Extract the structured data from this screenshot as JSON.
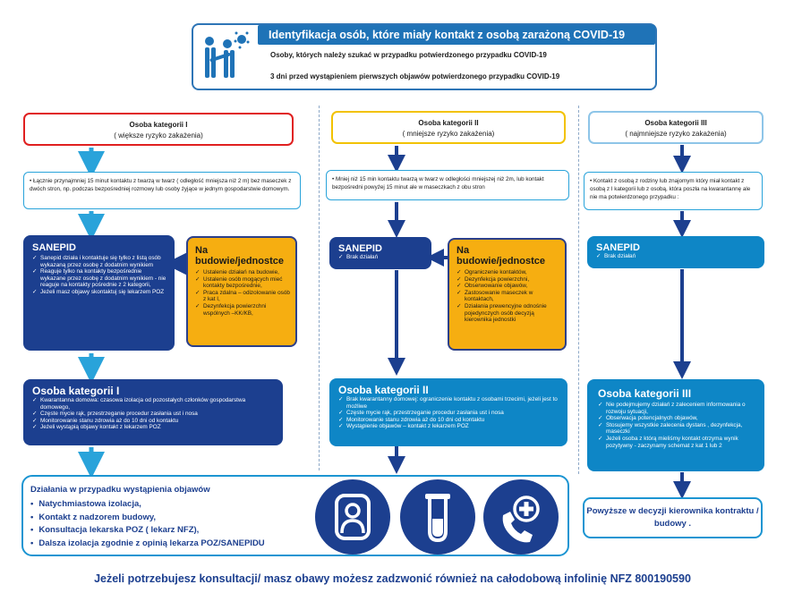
{
  "header": {
    "title": "Identyfikacja osób, które miały kontakt z osobą zarażoną COVID-19",
    "subtitle_1": "Osoby, których należy szukać w przypadku potwierdzonego przypadku COVID-19",
    "subtitle_2": "3 dni przed wystąpieniem pierwszych objawów potwierdzonego przypadku COVID-19",
    "logo_icon": "people-contact-icon"
  },
  "colors": {
    "header_blue": "#1f73b7",
    "cat1_border": "#e02020",
    "cat2_border": "#f2c200",
    "cat3_border": "#8ec5e8",
    "navy": "#1c3f8f",
    "teal": "#0e86c6",
    "amber": "#f6ae11",
    "arrow_light": "#29a3da"
  },
  "cat1": {
    "head_title": "Osoba kategorii I",
    "head_sub": "( większe ryzyko zakażenia)",
    "info": "Łącznie przynajmniej 15 minut kontaktu z twarzą w twarz ( odległość mniejsza niż 2 m) bez maseczek z dwóch stron, np. podczas bezpośredniej rozmowy lub osoby żyjące w jednym gospodarstwie domowym.",
    "sanepid_title": "SANEPID",
    "sanepid_items": [
      "Sanepid działa i kontaktuje się tylko z listą osób wykazaną przez osobę z dodatnim wynikiem",
      "Reaguje tylko na kontakty bezpośrednie wykazane przez osobę z dodatnim wynikiem - nie reaguje na kontakty pośrednie z 2 kategorii,",
      "Jeżeli masz objawy skontaktuj się lekarzem POZ"
    ],
    "site_title": "Na budowie/jednostce",
    "site_items": [
      "Ustalenie działań na budowie,",
      "Ustalenie osób mogących mieć kontakty bezpośrednie,",
      "Praca zdalna – odizolowanie osób z kat I,",
      "Dezynfekcja powierzchni wspólnych –KK/KB,"
    ],
    "result_title": "Osoba kategorii I",
    "result_items": [
      "Kwarantanna domowa: czasowa izolacja od pozostałych członków gospodarstwa domowego,",
      "Częste mycie rąk, przestrzeganie procedur zasłania ust i nosa",
      "Monitorowanie stanu zdrowia aż do 10 dni od kontaktu",
      "Jeżeli wystąpią objawy kontakt z lekarzem POZ"
    ]
  },
  "cat2": {
    "head_title": "Osoba kategorii II",
    "head_sub": "( mniejsze ryzyko zakażenia)",
    "info": "Mniej niż 15 min kontaktu twarzą w twarz w odległości mniejszej niż 2m, lub kontakt bezpośredni powyżej 15 minut ale w maseczkach z obu stron",
    "sanepid_title": "SANEPID",
    "sanepid_items": [
      "Brak działań"
    ],
    "site_title": "Na budowie/jednostce",
    "site_items": [
      "Ograniczenie kontaktów,",
      "Dezynfekcja powierzchni,",
      "Obserwowanie objawów,",
      "Zastosowanie maseczek w kontaktach,",
      "Działania prewencyjne odnośnie pojedynczych osób decyzją kierownika jednostki"
    ],
    "result_title": "Osoba kategorii II",
    "result_items": [
      "Brak kwarantanny domowej: ograniczenie kontaktu z osobami trzecimi, jeżeli jest to możliwe",
      "Częste mycie rąk, przestrzeganie procedur zasłania ust i nosa",
      "Monitorowanie stanu zdrowia aż do 10 dni od kontaktu",
      "Wystąpienie objawów – kontakt z lekarzem POZ"
    ]
  },
  "cat3": {
    "head_title": "Osoba kategorii III",
    "head_sub": "( najmniejsze ryzyko zakażenia)",
    "info": "Kontakt z osobą z rodziny lub znajomym który miał kontakt z osobą z I kategorii lub z osobą, która poszła na kwarantannę ale nie ma potwierdzonego przypadku :",
    "sanepid_title": "SANEPID",
    "sanepid_items": [
      "Brak działań"
    ],
    "result_title": "Osoba kategorii III",
    "result_items": [
      "Nie podejmujemy działań z zaleceniem informowania o rozwoju sytuacji,",
      "Obserwacja potencjalnych objawów,",
      "Stosujemy wszystkie zalecenia dystans , dezynfekcja, maseczki",
      "Jeżeli osoba z którą mieliśmy kontakt otrzyma wynik pozytywny - zaczynamy schemat z kat 1 lub 2"
    ],
    "decision": "Powyższe w decyzji kierownika kontraktu / budowy ."
  },
  "actions": {
    "title": "Działania w przypadku wystąpienia objawów",
    "items": [
      "Natychmiastowa izolacja,",
      "Kontakt z nadzorem budowy,",
      "Konsultacja lekarska POZ ( lekarz NFZ),",
      "Dalsza izolacja zgodnie z opinią lekarza POZ/SANEPIDU"
    ],
    "icons": [
      "person-icon",
      "test-tube-icon",
      "medical-phone-icon"
    ]
  },
  "footer": "Jeżeli potrzebujesz konsultacji/ masz obawy możesz zadzwonić również na całodobową infolinię NFZ 800190590"
}
